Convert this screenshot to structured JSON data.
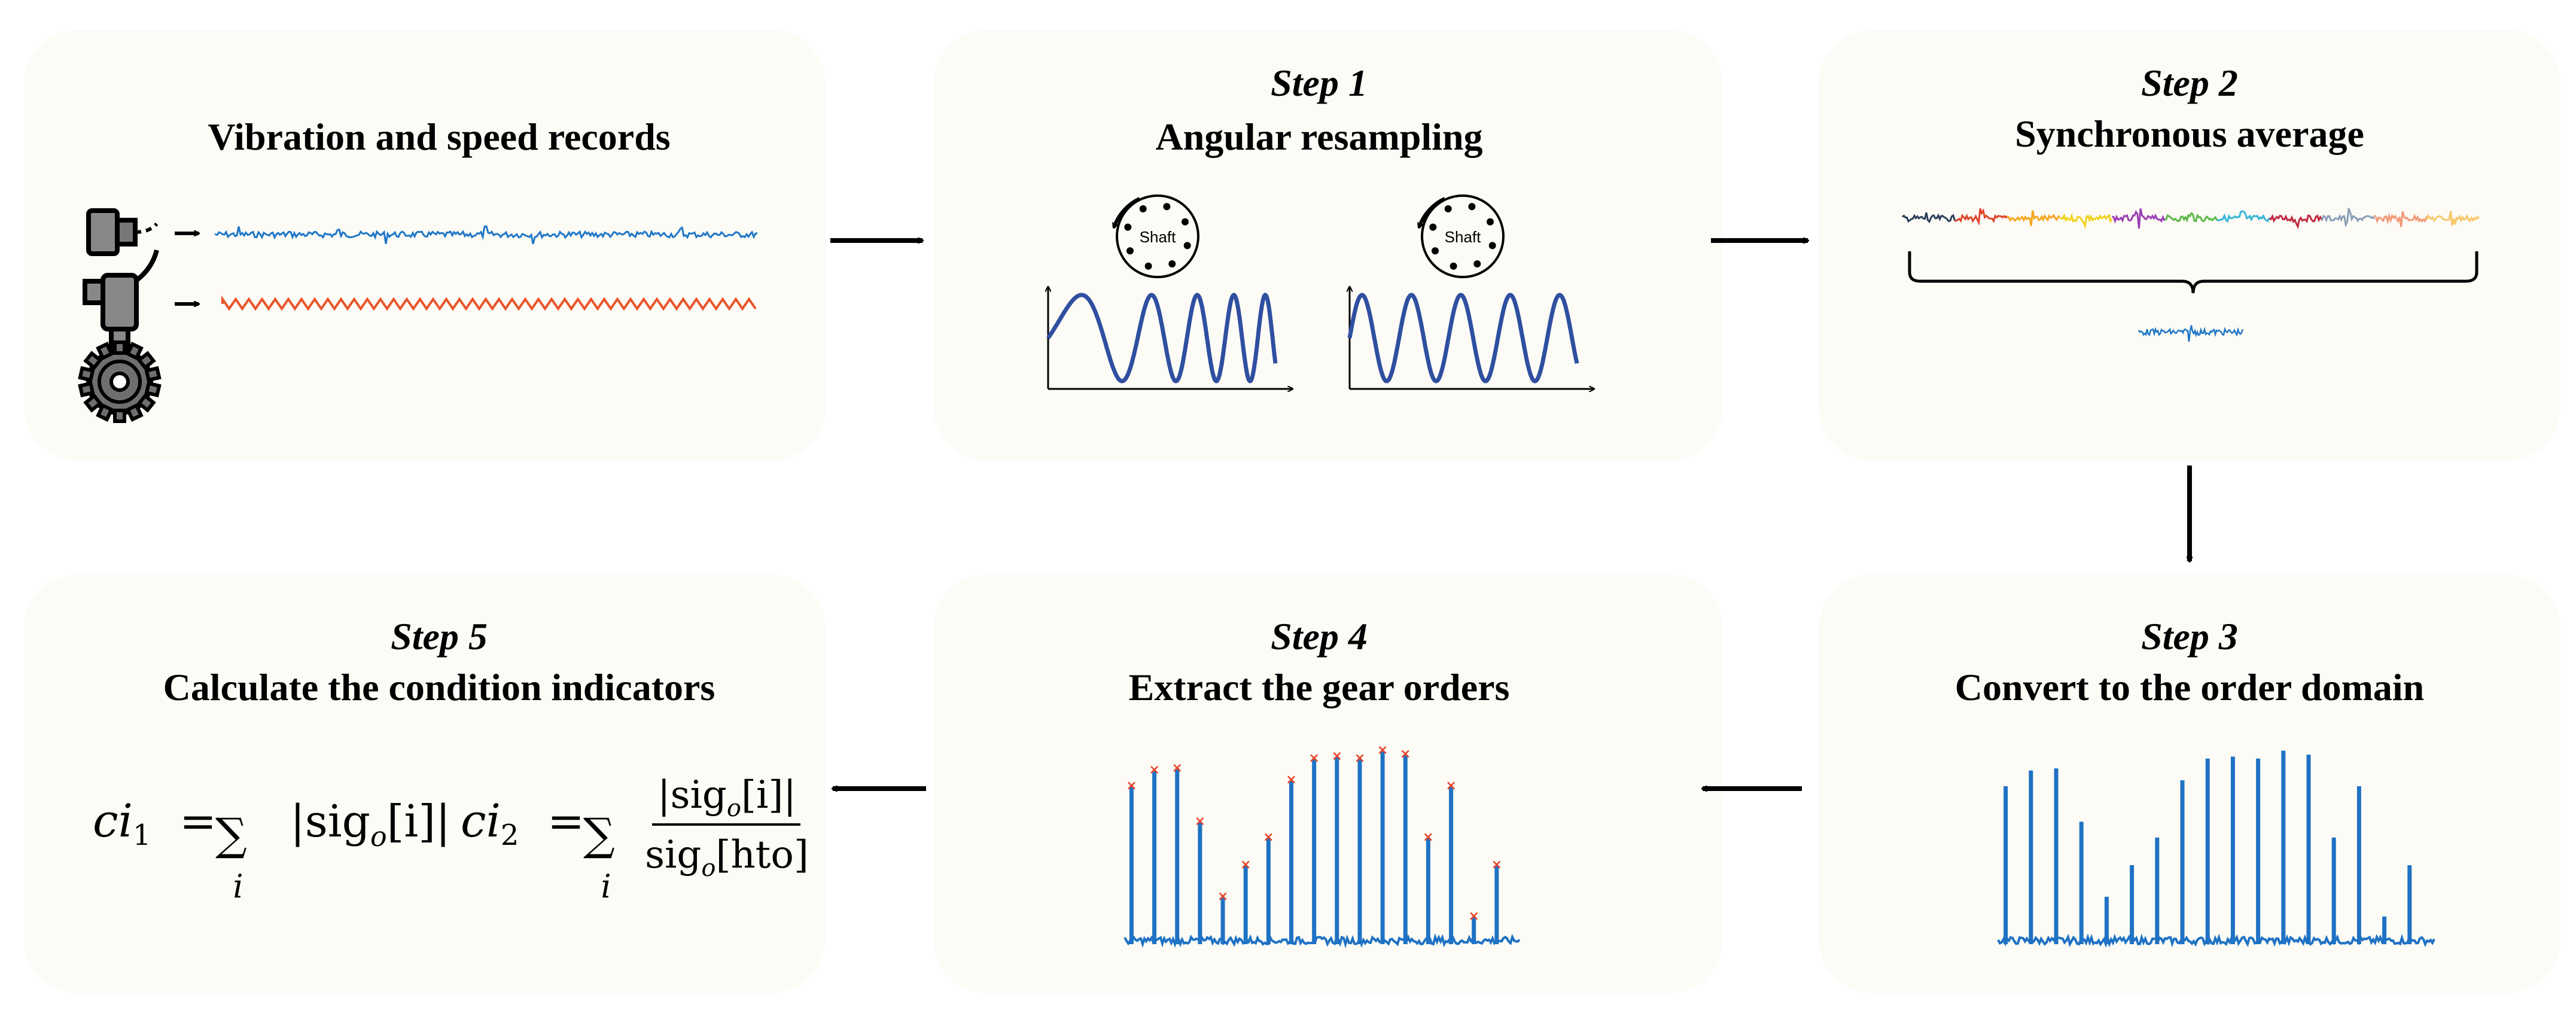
{
  "panels": {
    "records": {
      "title": "Vibration and speed records"
    },
    "step1": {
      "step": "Step 1",
      "title": "Angular resampling",
      "shaft_label": "Shaft"
    },
    "step2": {
      "step": "Step 2",
      "title": "Synchronous average"
    },
    "step3": {
      "step": "Step 3",
      "title": "Convert to the order domain"
    },
    "step4": {
      "step": "Step 4",
      "title": "Extract the gear orders"
    },
    "step5": {
      "step": "Step 5",
      "title": "Calculate the condition indicators"
    }
  },
  "equations": {
    "ci1": {
      "lhs": "ci",
      "sub": "1",
      "op": "=",
      "sum": "∑",
      "index": "i",
      "body": "|sig",
      "body_sub": "o",
      "body_tail": "[i]|"
    },
    "ci2": {
      "lhs": "ci",
      "sub": "2",
      "op": "=",
      "sum": "∑",
      "index": "i",
      "num": "|sig",
      "num_sub": "o",
      "num_tail": "[i]|",
      "den": "sig",
      "den_sub": "o",
      "den_tail": "[hto]"
    }
  },
  "colors": {
    "panel_bg": "#fcfbf6",
    "vibration": "#1f77c8",
    "speed": "#e8552a",
    "sine": "#2f4fa0",
    "spectrum": "#1f72c4",
    "peak_marker": "#e8452a",
    "sync_segments": [
      "#2c3e5a",
      "#e0452b",
      "#f5a623",
      "#f2d21c",
      "#9b3fb5",
      "#5cb848",
      "#38b6d8",
      "#c0283f",
      "#8aa0b8",
      "#f29a7a",
      "#f7c76a"
    ]
  },
  "spectra": {
    "step3_peaks": [
      0.8,
      0.88,
      0.89,
      0.62,
      0.24,
      0.4,
      0.54,
      0.83,
      0.94,
      0.95,
      0.94,
      0.98,
      0.96,
      0.54,
      0.8,
      0.14,
      0.4
    ],
    "step4_peaks": [
      0.8,
      0.88,
      0.89,
      0.62,
      0.24,
      0.4,
      0.54,
      0.83,
      0.94,
      0.95,
      0.94,
      0.98,
      0.96,
      0.54,
      0.8,
      0.14,
      0.4
    ]
  },
  "icons": [
    "accelerometer-icon",
    "tachometer-icon",
    "gear-icon",
    "shaft-rotation-icon",
    "right-arrow-icon",
    "down-arrow-icon",
    "left-arrow-icon"
  ]
}
